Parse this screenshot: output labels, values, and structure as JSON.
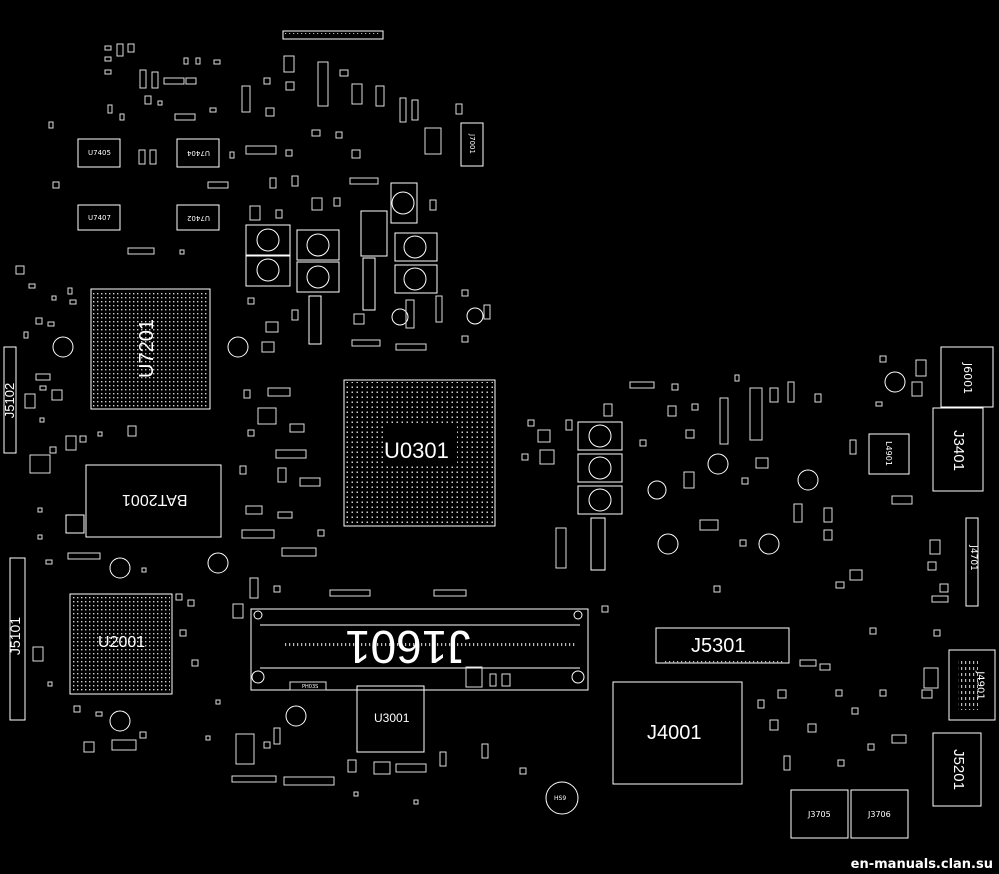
{
  "labels": {
    "u7201": "U7201",
    "u0301": "U0301",
    "bat2001": "BAT2001",
    "u2001": "U2001",
    "j1601": "J1601",
    "u3001": "U3001",
    "j5301": "J5301",
    "j4001": "J4001",
    "j3401": "J3401",
    "j5201": "J5201",
    "j5101": "J5101",
    "j5102": "J5102",
    "j6001": "J6001",
    "j4901": "J4901",
    "j3705": "J3705",
    "j3706": "J3706",
    "u7405": "U7405",
    "u7404": "U7404",
    "u7407": "U7407",
    "u7402": "U7402",
    "j7001": "J7001",
    "l4901": "L4901",
    "j4701": "J4701",
    "hs9": "HS9",
    "ph03s": "PH03S"
  },
  "watermark": "en-manuals.clan.su"
}
